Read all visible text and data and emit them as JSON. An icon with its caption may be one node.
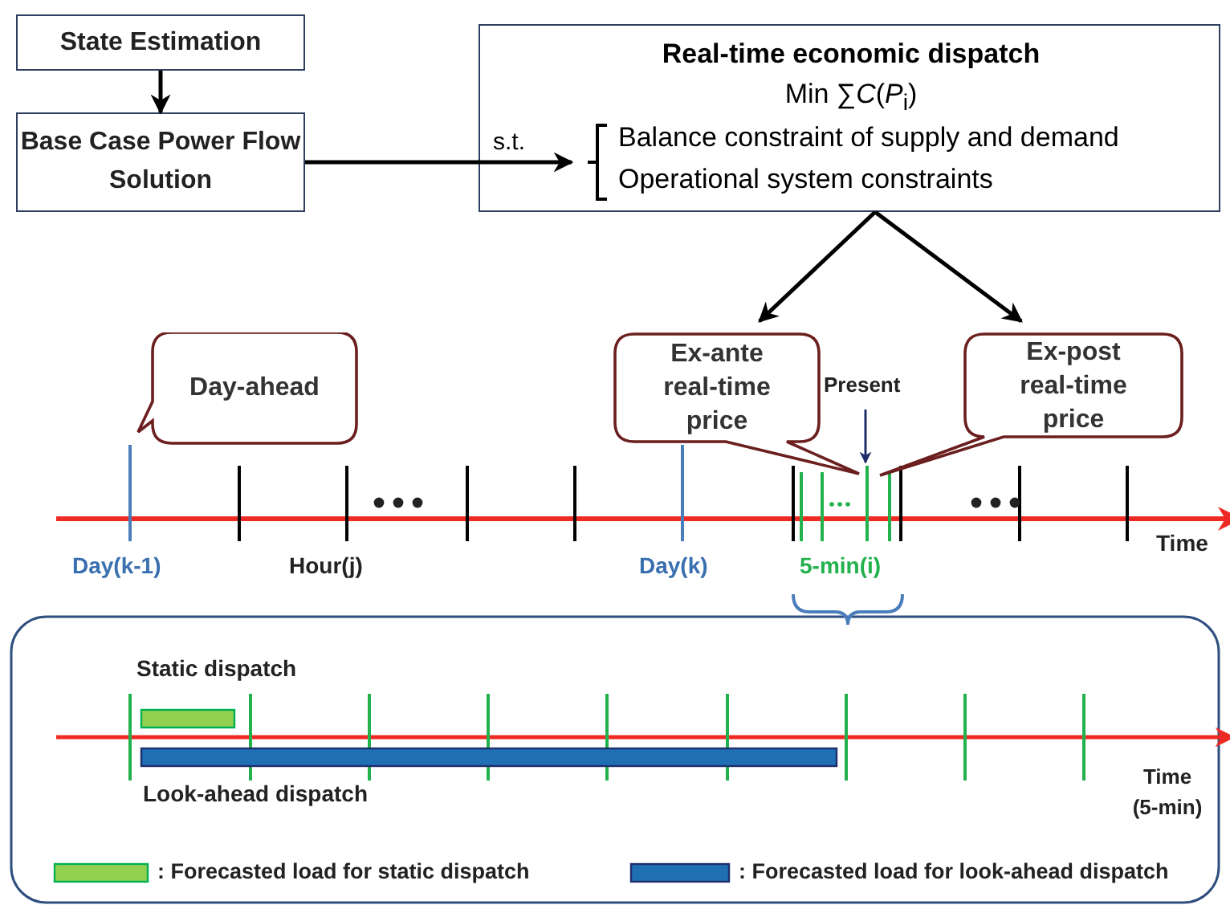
{
  "diagram": {
    "nodes": [
      {
        "text": [
          "State Estimation"
        ]
      },
      {
        "text": [
          "Base Case Power Flow Solution"
        ]
      },
      {
        "text": [
          "Real-time economic dispatch",
          "Min ∑*C*(*P*$_{i}$)",
          "s.t.",
          "Balance constraint of supply and demand",
          "Operational system constraints"
        ]
      },
      {
        "text": [
          "Day-ahead"
        ]
      },
      {
        "text": [
          "Ex-ante real-time price"
        ]
      },
      {
        "text": [
          "Ex-post real-time price"
        ]
      }
    ],
    "edges": [
      {
        "from": 0,
        "to": 1,
        "arrow": "to"
      },
      {
        "from": 1,
        "to": 2,
        "arrow": "to"
      },
      {
        "from": 2,
        "to": 4,
        "arrow": "to"
      },
      {
        "from": 2,
        "to": 5,
        "arrow": "to"
      }
    ],
    "labels": [
      "Present",
      "Day(k-1)",
      "Hour(j)",
      "Day(k)",
      "5-min(i)",
      "Time",
      "Static dispatch",
      "Look-ahead dispatch",
      "Time (5-min)"
    ],
    "legend": [
      {
        "text": ": Forecasted load for static dispatch",
        "color": "#92d050"
      },
      {
        "text": ": Forecasted load for look-ahead dispatch",
        "color": "#1f6fb5"
      }
    ]
  }
}
